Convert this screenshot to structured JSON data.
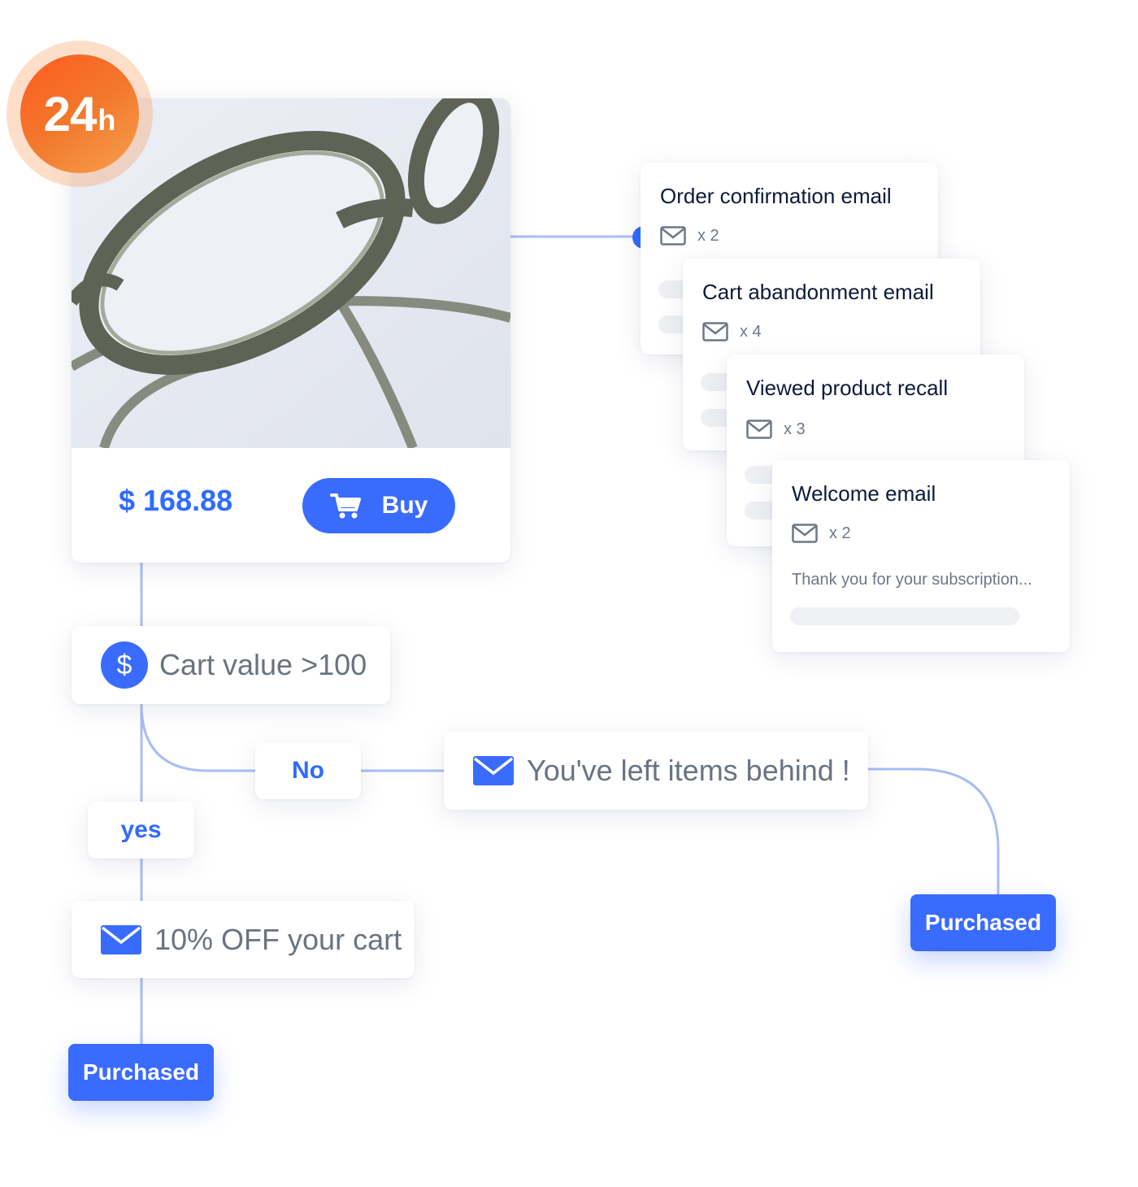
{
  "timer": {
    "number": "24",
    "unit": "h"
  },
  "product": {
    "price": "$ 168.88",
    "buy_label": "Buy"
  },
  "emails": [
    {
      "title": "Order confirmation email",
      "count": "x 2"
    },
    {
      "title": "Cart abandonment email",
      "count": "x 4"
    },
    {
      "title": "Viewed product recall",
      "count": "x 3"
    },
    {
      "title": "Welcome email",
      "count": "x 2",
      "snippet": "Thank you for your subscription..."
    }
  ],
  "flow": {
    "condition": "Cart value >100",
    "no_label": "No",
    "yes_label": "yes",
    "no_email": "You've left items behind !",
    "yes_email": "10% OFF your cart",
    "purchased_left": "Purchased",
    "purchased_right": "Purchased"
  },
  "colors": {
    "accent": "#3a6bff",
    "connector": "#a9bdf5",
    "timer": "#f47a2e"
  },
  "icons": [
    "cart-icon",
    "mail-outline-icon",
    "mail-filled-icon",
    "dollar-icon"
  ]
}
